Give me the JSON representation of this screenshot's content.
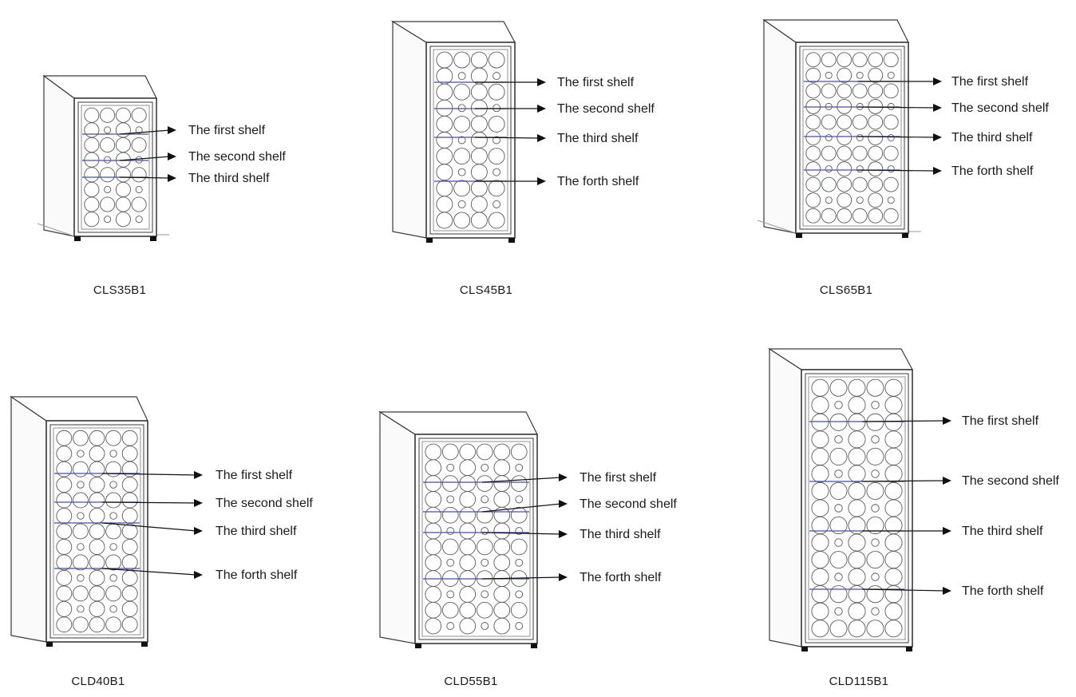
{
  "coolers": [
    {
      "model": "CLS35B1",
      "shelves": [
        "The first shelf",
        "The second shelf",
        "The third shelf"
      ]
    },
    {
      "model": "CLS45B1",
      "shelves": [
        "The first shelf",
        "The second shelf",
        "The third shelf",
        "The forth shelf"
      ]
    },
    {
      "model": "CLS65B1",
      "shelves": [
        "The first shelf",
        "The second shelf",
        "The third shelf",
        "The forth shelf"
      ]
    },
    {
      "model": "CLD40B1",
      "shelves": [
        "The first shelf",
        "The second shelf",
        "The third shelf",
        "The forth shelf"
      ]
    },
    {
      "model": "CLD55B1",
      "shelves": [
        "The first shelf",
        "The second shelf",
        "The third shelf",
        "The forth shelf"
      ]
    },
    {
      "model": "CLD115B1",
      "shelves": [
        "The first shelf",
        "The second shelf",
        "The third shelf",
        "The forth shelf"
      ]
    }
  ],
  "colors": {
    "line": "#3a3a3a",
    "bottle": "#5a5a5a",
    "shelf_rail": "#3f4fb0",
    "arrow": "#111111",
    "text": "#1a1a1a"
  }
}
